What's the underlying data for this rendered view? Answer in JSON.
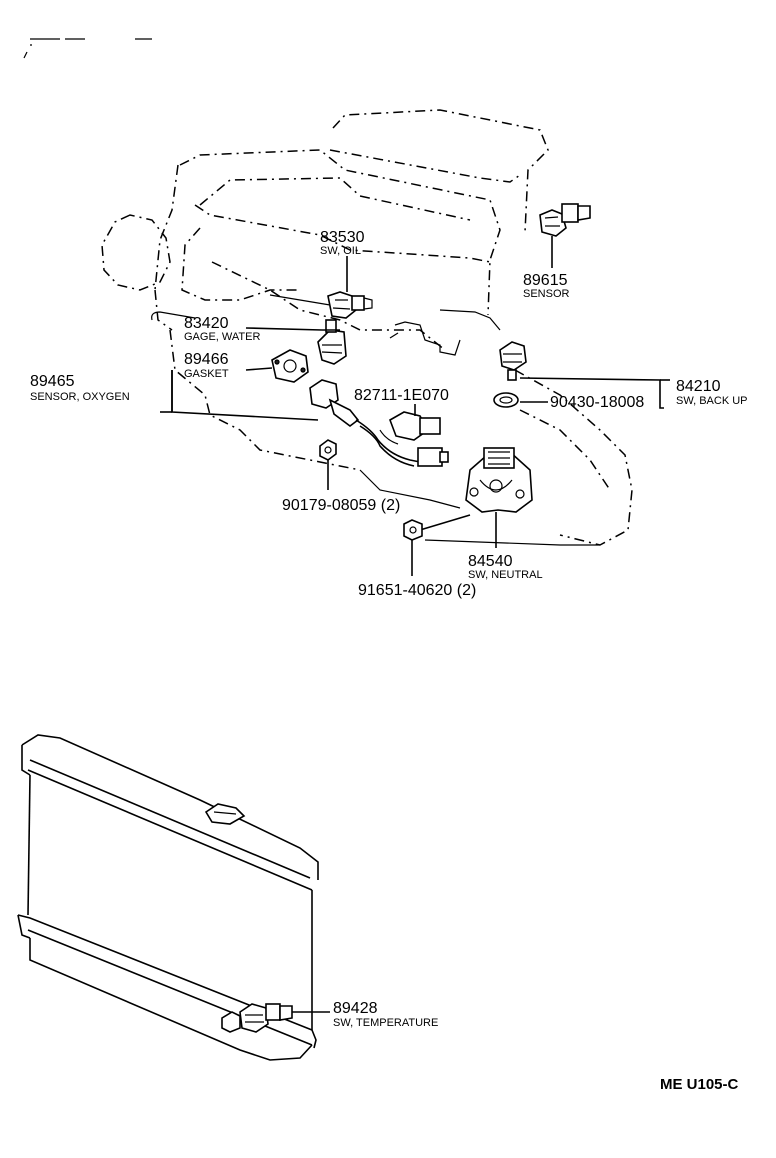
{
  "diagram_code": "ME U105-C",
  "parts": [
    {
      "number": "83530",
      "name": "SW, OIL"
    },
    {
      "number": "89615",
      "name": "SENSOR"
    },
    {
      "number": "83420",
      "name": "GAGE, WATER"
    },
    {
      "number": "89466",
      "name": "GASKET"
    },
    {
      "number": "89465",
      "name": "SENSOR, OXYGEN"
    },
    {
      "number": "82711-1E070",
      "name": ""
    },
    {
      "number": "84210",
      "name": "SW, BACK UP"
    },
    {
      "number": "90430-18008",
      "name": ""
    },
    {
      "number": "90179-08059 (2)",
      "name": ""
    },
    {
      "number": "84540",
      "name": "SW, NEUTRAL"
    },
    {
      "number": "91651-40620 (2)",
      "name": ""
    },
    {
      "number": "89428",
      "name": "SW, TEMPERATURE"
    }
  ]
}
